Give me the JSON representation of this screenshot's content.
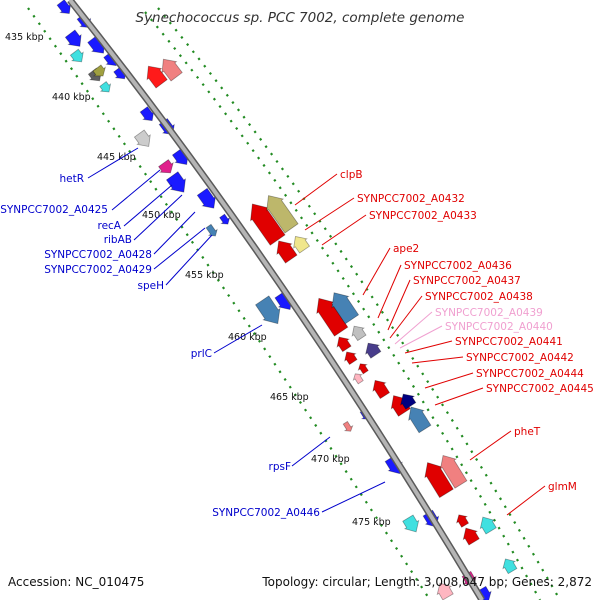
{
  "title": "Synechococcus sp. PCC 7002, complete genome",
  "accession_label": "Accession: NC_010475",
  "topology_label": "Topology: circular; Length: 3,008,047 bp; Genes: 2,872",
  "colors": {
    "backbone": "#8a8a8a",
    "tick": "#228b22",
    "inner_label": "#0000cc",
    "outer_label": "#e00000",
    "outer_label_light": "#f0a0d0"
  },
  "kbp_labels": [
    "435 kbp",
    "440 kbp",
    "445 kbp",
    "450 kbp",
    "455 kbp",
    "460 kbp",
    "465 kbp",
    "470 kbp",
    "475 kbp"
  ],
  "inner_genes": [
    {
      "label": "hetR"
    },
    {
      "label": "SYNPCC7002_A0425"
    },
    {
      "label": "recA"
    },
    {
      "label": "ribAB"
    },
    {
      "label": "SYNPCC7002_A0428"
    },
    {
      "label": "SYNPCC7002_A0429"
    },
    {
      "label": "speH"
    },
    {
      "label": "prlC"
    },
    {
      "label": "rpsF"
    },
    {
      "label": "SYNPCC7002_A0446"
    }
  ],
  "outer_genes": [
    {
      "label": "clpB",
      "tone": "red"
    },
    {
      "label": "SYNPCC7002_A0432",
      "tone": "red"
    },
    {
      "label": "SYNPCC7002_A0433",
      "tone": "red"
    },
    {
      "label": "ape2",
      "tone": "red"
    },
    {
      "label": "SYNPCC7002_A0436",
      "tone": "red"
    },
    {
      "label": "SYNPCC7002_A0437",
      "tone": "red"
    },
    {
      "label": "SYNPCC7002_A0438",
      "tone": "red"
    },
    {
      "label": "SYNPCC7002_A0439",
      "tone": "light"
    },
    {
      "label": "SYNPCC7002_A0440",
      "tone": "light"
    },
    {
      "label": "SYNPCC7002_A0441",
      "tone": "red"
    },
    {
      "label": "SYNPCC7002_A0442",
      "tone": "red"
    },
    {
      "label": "SYNPCC7002_A0444",
      "tone": "red"
    },
    {
      "label": "SYNPCC7002_A0445",
      "tone": "red"
    },
    {
      "label": "pheT",
      "tone": "red"
    },
    {
      "label": "glmM",
      "tone": "red"
    }
  ]
}
